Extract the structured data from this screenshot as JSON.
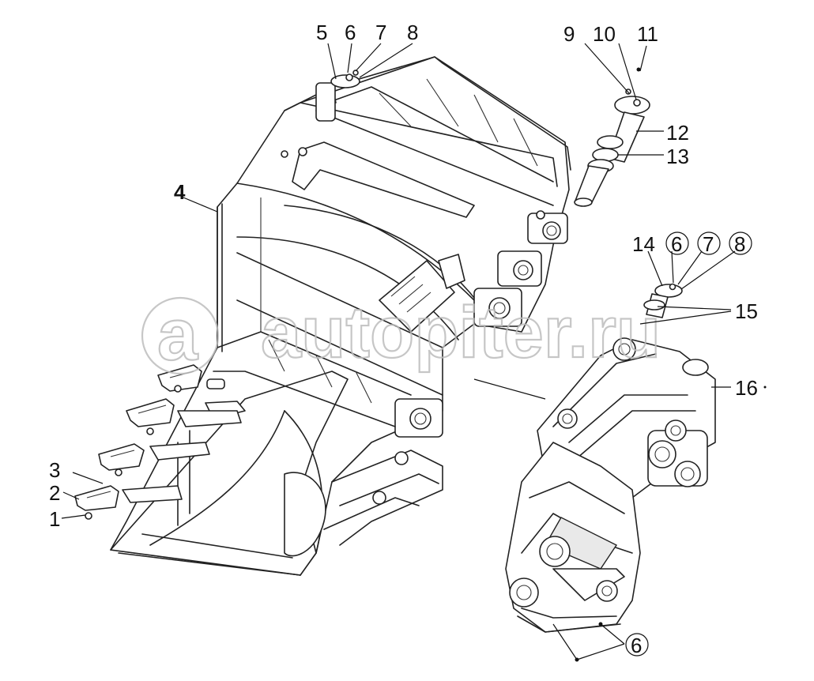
{
  "watermark": {
    "text": "autopiter.ru",
    "mark": "a"
  },
  "labels": {
    "l1": "1",
    "l2": "2",
    "l3": "3",
    "l4": "4",
    "l5": "5",
    "l6a": "6",
    "l7a": "7",
    "l8a": "8",
    "l9": "9",
    "l10": "10",
    "l11": "11",
    "l12": "12",
    "l13": "13",
    "l14": "14",
    "l6b": "6",
    "l7b": "7",
    "l8b": "8",
    "l15": "15",
    "l16": "16",
    "l6c": "6"
  }
}
